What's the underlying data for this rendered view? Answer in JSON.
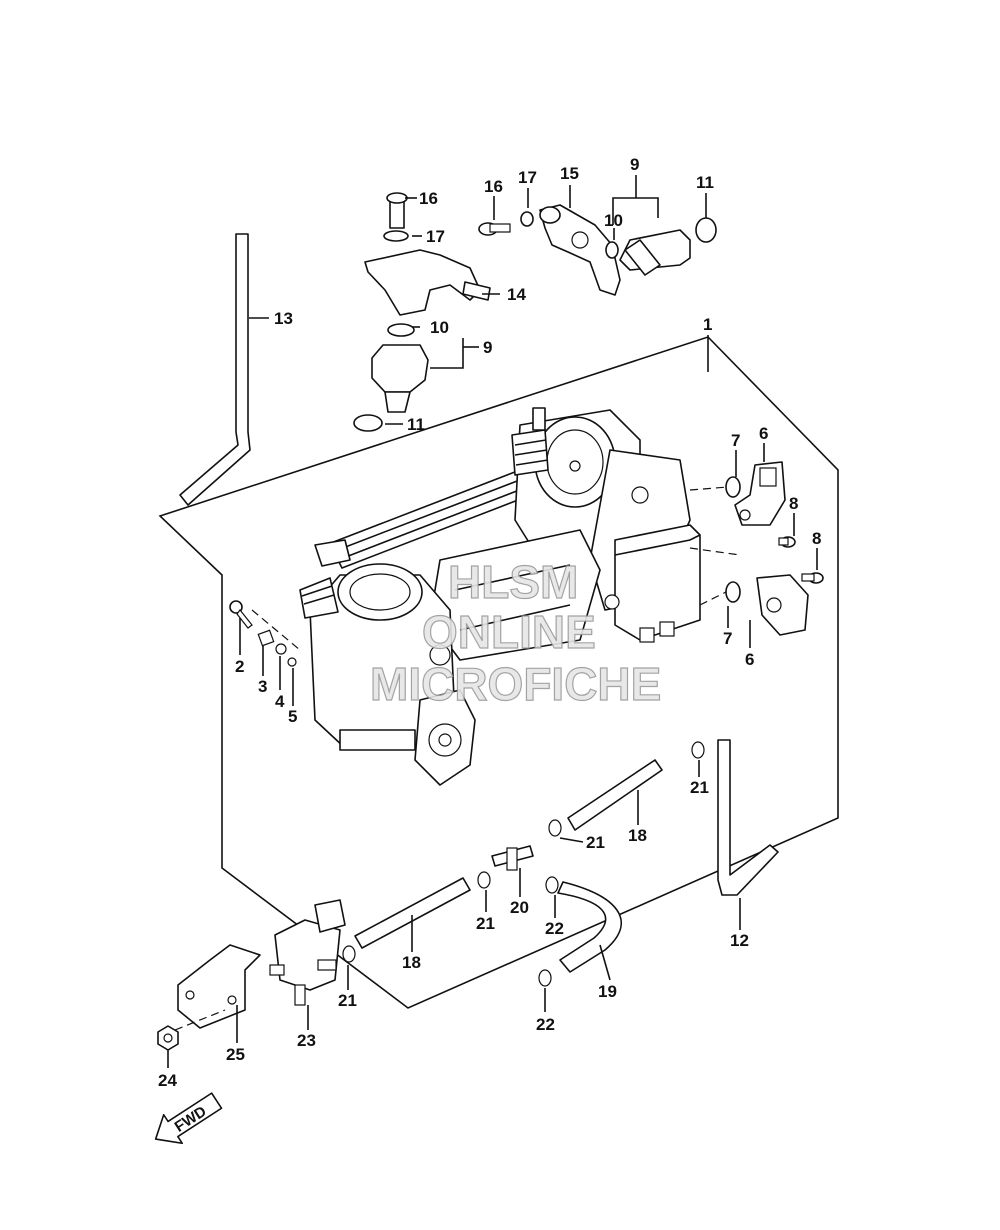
{
  "diagram": {
    "callouts": {
      "c1": "1",
      "c2": "2",
      "c3": "3",
      "c4": "4",
      "c5": "5",
      "c6a": "6",
      "c6b": "6",
      "c7a": "7",
      "c7b": "7",
      "c8a": "8",
      "c8b": "8",
      "c9a": "9",
      "c9b": "9",
      "c10a": "10",
      "c10b": "10",
      "c11a": "11",
      "c11b": "11",
      "c12": "12",
      "c13": "13",
      "c14": "14",
      "c15": "15",
      "c16a": "16",
      "c16b": "16",
      "c17a": "17",
      "c17b": "17",
      "c18a": "18",
      "c18b": "18",
      "c19": "19",
      "c20": "20",
      "c21a": "21",
      "c21b": "21",
      "c21c": "21",
      "c21d": "21",
      "c22a": "22",
      "c22b": "22",
      "c23": "23",
      "c24": "24",
      "c25": "25"
    },
    "watermark": {
      "line1": "HLSM",
      "line2": "ONLINE",
      "line3": "MICROFICHE"
    },
    "fwd_label": "FWD"
  }
}
